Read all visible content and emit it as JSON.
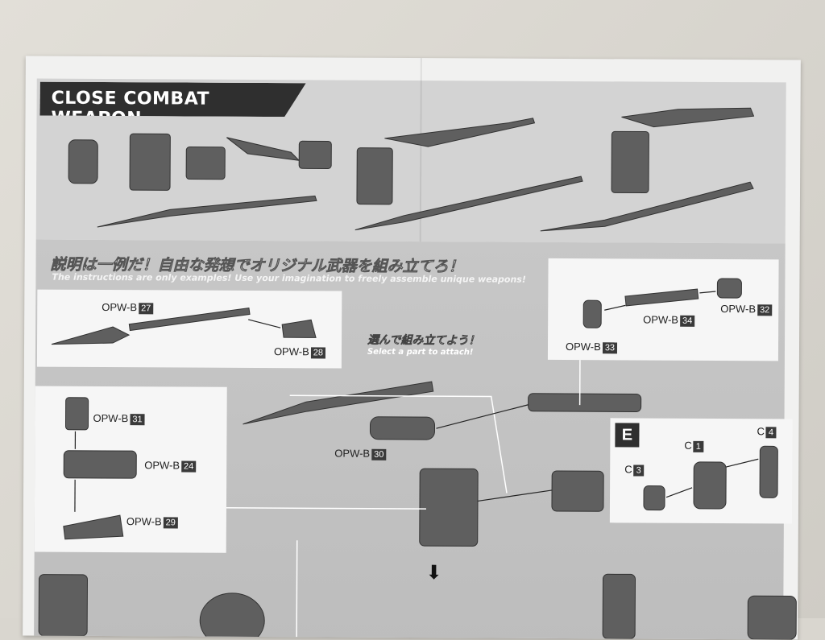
{
  "header": {
    "title": "CLOSE COMBAT WEAPON"
  },
  "instructions": {
    "jp": "説明は一例だ！自由な発想でオリジナル武器を組み立てろ！",
    "en": "The instructions are only examples! Use your imagination to freely assemble unique weapons!"
  },
  "select": {
    "jp": "選んで組み立てよう！",
    "en": "Select a part to attach!"
  },
  "labels": {
    "b27": {
      "prefix": "OPW-B",
      "num": "27"
    },
    "b28": {
      "prefix": "OPW-B",
      "num": "28"
    },
    "b31": {
      "prefix": "OPW-B",
      "num": "31"
    },
    "b24": {
      "prefix": "OPW-B",
      "num": "24"
    },
    "b29": {
      "prefix": "OPW-B",
      "num": "29"
    },
    "b30": {
      "prefix": "OPW-B",
      "num": "30"
    },
    "b33": {
      "prefix": "OPW-B",
      "num": "33"
    },
    "b34": {
      "prefix": "OPW-B",
      "num": "34"
    },
    "b32": {
      "prefix": "OPW-B",
      "num": "32"
    },
    "c1": {
      "prefix": "C",
      "num": "1"
    },
    "c3": {
      "prefix": "C",
      "num": "3"
    },
    "c4": {
      "prefix": "C",
      "num": "4"
    }
  },
  "section_badge": "E",
  "colors": {
    "part": "#5f5f5f",
    "dark": "#2f2f2f",
    "panel": "#f6f6f6"
  }
}
